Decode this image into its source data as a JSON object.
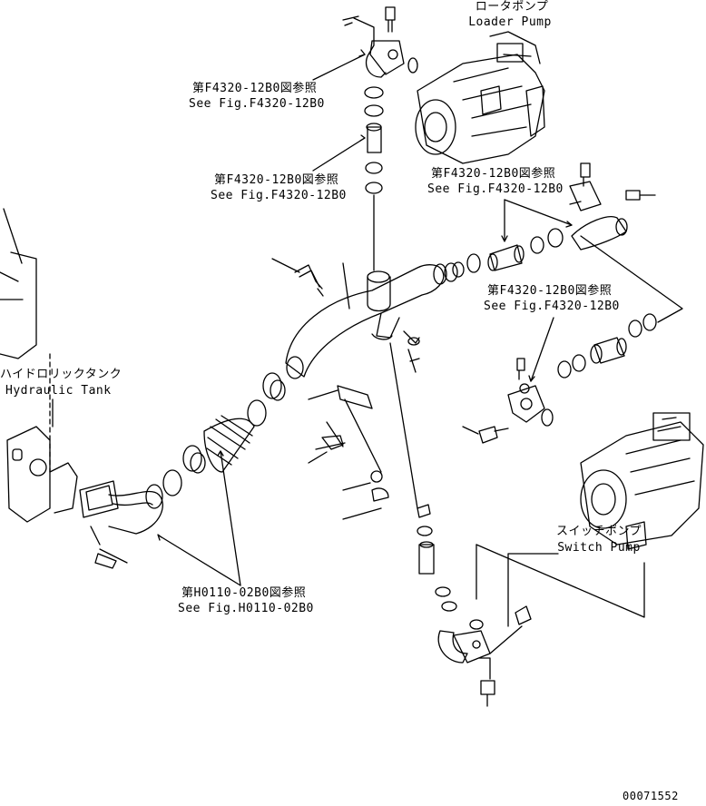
{
  "labels": {
    "loader_pump_jp": "ロータポンプ",
    "loader_pump_en": "Loader Pump",
    "ref1_jp": "第F4320-12B0図参照",
    "ref1_en": "See Fig.F4320-12B0",
    "ref2_jp": "第F4320-12B0図参照",
    "ref2_en": "See Fig.F4320-12B0",
    "ref3_jp": "第F4320-12B0図参照",
    "ref3_en": "See Fig.F4320-12B0",
    "ref4_jp": "第F4320-12B0図参照",
    "ref4_en": "See Fig.F4320-12B0",
    "hydraulic_tank_jp": "ハイドロリックタンク",
    "hydraulic_tank_en": "Hydraulic Tank",
    "switch_pump_jp": "スイッチポンプ",
    "switch_pump_en": "Switch Pump",
    "ref5_jp": "第H0110-02B0図参照",
    "ref5_en": "See Fig.H0110-02B0",
    "drawing_number": "00071552"
  },
  "colors": {
    "ink": "#000000",
    "paper": "#ffffff"
  }
}
